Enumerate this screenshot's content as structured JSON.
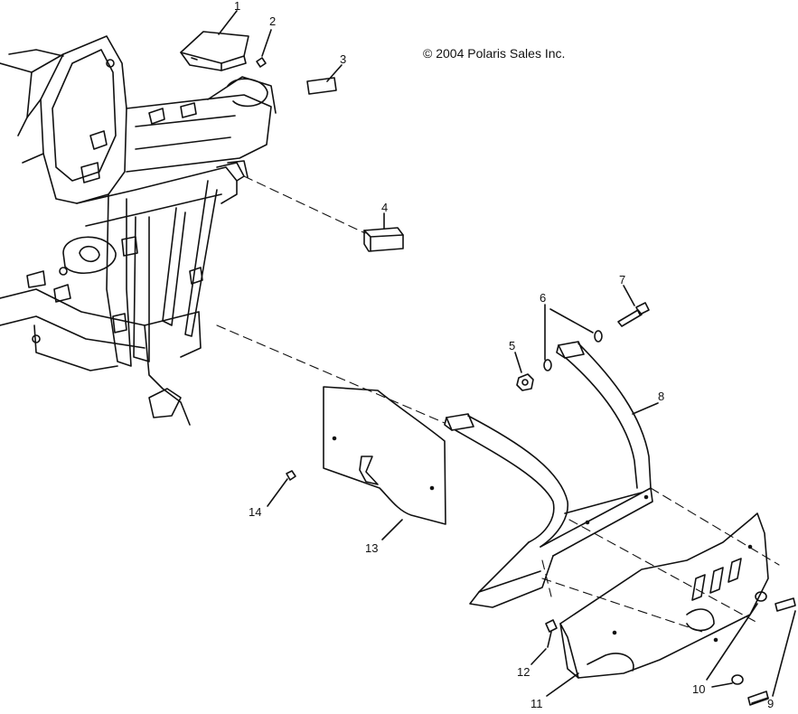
{
  "copyright": "© 2004 Polaris Sales Inc.",
  "callouts": {
    "c1": "1",
    "c2": "2",
    "c3": "3",
    "c4": "4",
    "c5": "5",
    "c6": "6",
    "c7": "7",
    "c8": "8",
    "c9": "9",
    "c10": "10",
    "c11": "11",
    "c12": "12",
    "c13": "13",
    "c14": "14"
  }
}
